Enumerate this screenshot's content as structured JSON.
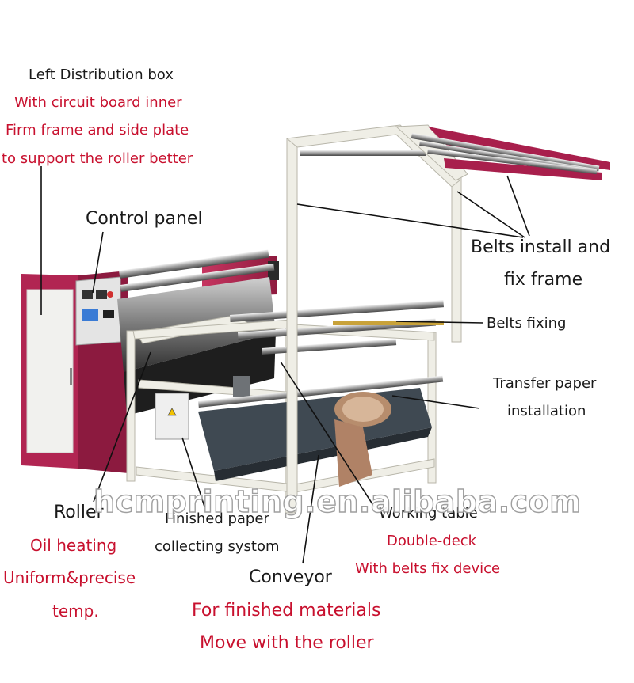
{
  "labels": {
    "left_box": {
      "title": "Left Distribution box",
      "line1": "With circuit board inner",
      "line2": "Firm frame and side plate",
      "line3": "to support the roller better"
    },
    "control_panel": "Control panel",
    "belts_frame": {
      "line1": "Belts install and",
      "line2": "fix frame"
    },
    "belts_fixing": "Belts fixing",
    "transfer_paper": {
      "line1": "Transfer paper",
      "line2": "installation"
    },
    "roller": {
      "title": "Roller",
      "line1": "Oil heating",
      "line2": "Uniform&precise",
      "line3": "temp."
    },
    "finished_paper": {
      "line1": "Finished paper",
      "line2": "collecting systom"
    },
    "working_table": {
      "title": "Working table",
      "line1": "Double-deck",
      "line2": "With belts fix device"
    },
    "conveyor": {
      "title": "Conveyor",
      "line1": "For finished materials",
      "line2": "Move with the roller"
    }
  },
  "watermark": "hcmprinting.en.alibaba.com",
  "colors": {
    "label_black": "#1a1a1a",
    "label_red": "#c8102e",
    "machine_magenta": "#b0234f",
    "frame_white": "#efeee6"
  }
}
